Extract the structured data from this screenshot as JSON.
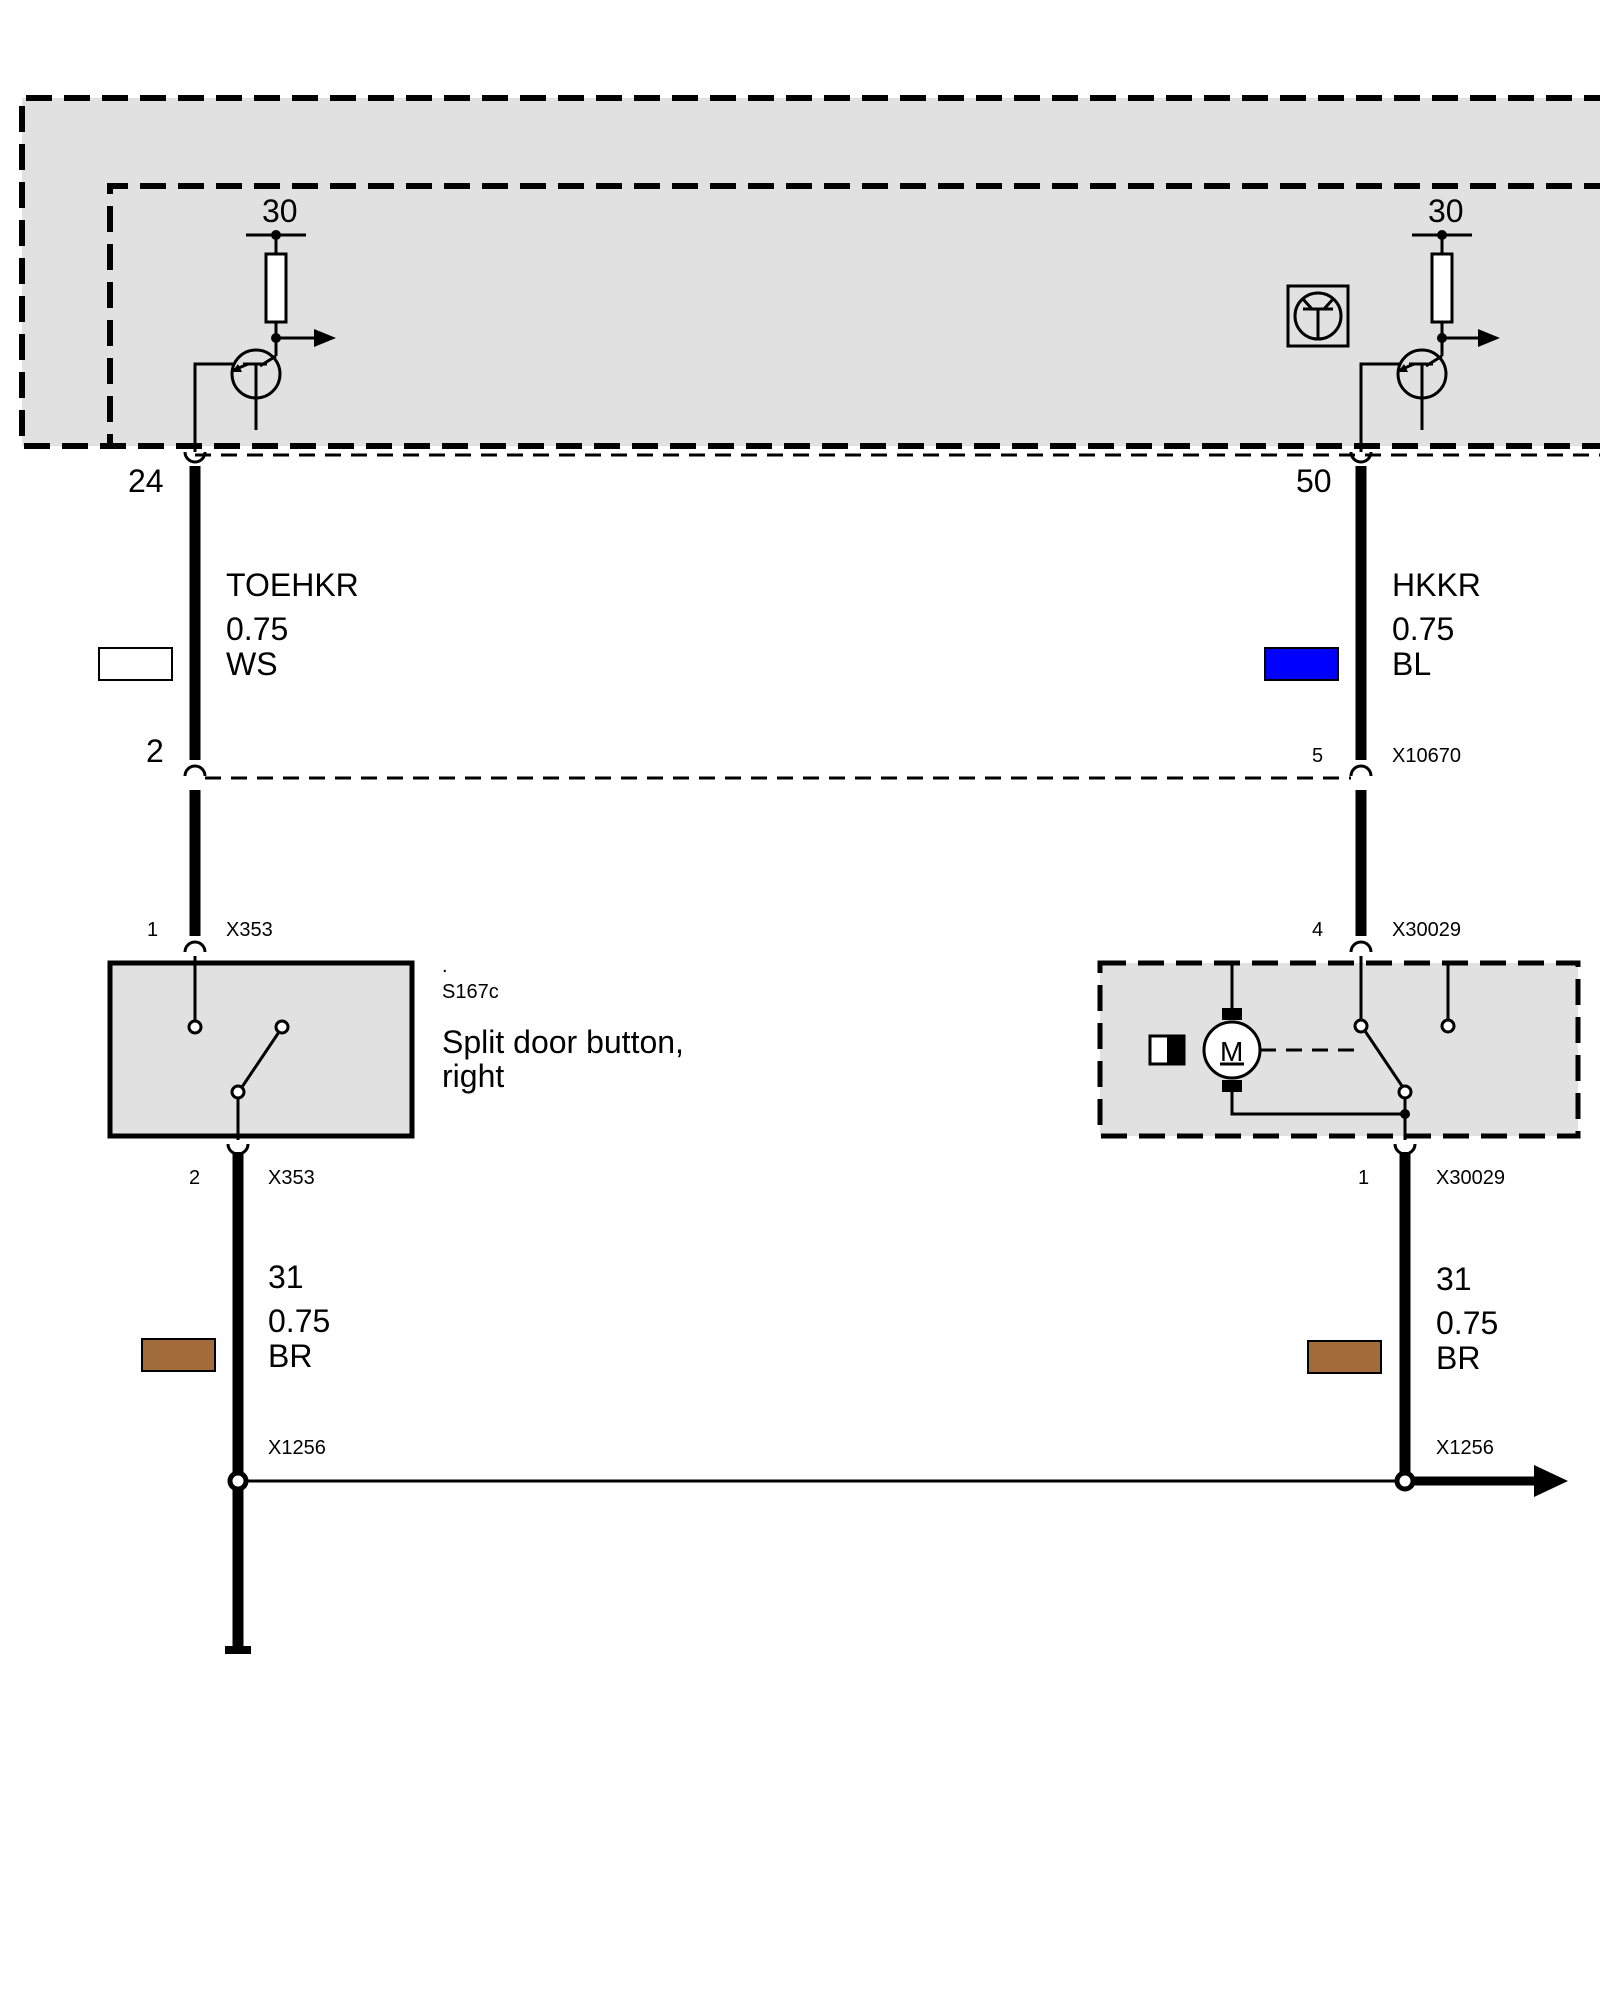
{
  "colors": {
    "module_fill": "#e1e1e1",
    "wire_white": "#ffffff",
    "wire_blue": "#0000ff",
    "wire_brown": "#a26b3a"
  },
  "left_supply": {
    "terminal": "30",
    "pin": "24"
  },
  "right_supply": {
    "terminal": "30",
    "pin": "50"
  },
  "left_wire_top": {
    "signal": "TOEHKR",
    "gauge": "0.75",
    "color_code": "WS",
    "swatch_color": "white"
  },
  "right_wire_top": {
    "signal": "HKKR",
    "gauge": "0.75",
    "color_code": "BL",
    "swatch_color": "blue"
  },
  "left_connector_mid": {
    "pin": "2"
  },
  "right_connector_mid": {
    "pin": "5",
    "connector": "X10670"
  },
  "switch": {
    "top_pin": "1",
    "top_connector": "X353",
    "bottom_pin": "2",
    "bottom_connector": "X353",
    "dot": ".",
    "id": "S167c",
    "name_line1": "Split door button,",
    "name_line2": "right"
  },
  "motor_unit": {
    "top_pin": "4",
    "top_connector": "X30029",
    "bottom_pin": "1",
    "bottom_connector": "X30029",
    "motor_symbol": "M"
  },
  "left_ground_wire": {
    "terminal": "31",
    "gauge": "0.75",
    "color_code": "BR",
    "connector": "X1256"
  },
  "right_ground_wire": {
    "terminal": "31",
    "gauge": "0.75",
    "color_code": "BR",
    "connector": "X1256"
  }
}
